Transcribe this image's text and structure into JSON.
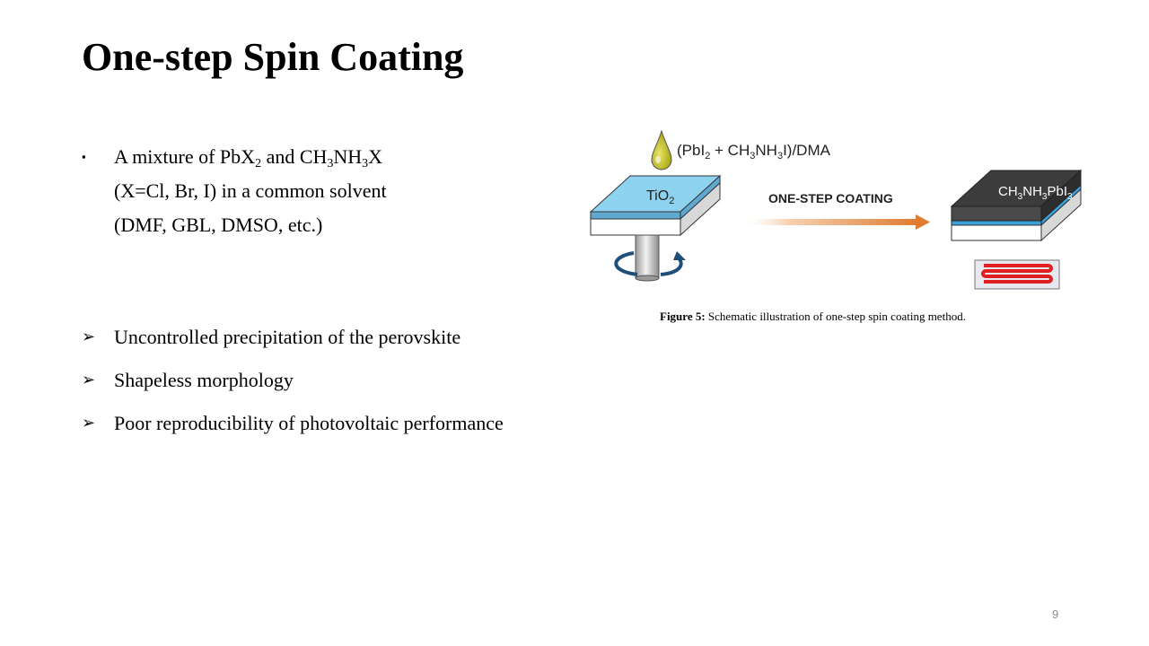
{
  "slide": {
    "title": "One-step Spin Coating",
    "page_number": "9"
  },
  "intro": {
    "bullet_glyph": "▪",
    "line1": {
      "t1": "A mixture of PbX",
      "s1": "2",
      "t2": " and CH",
      "s2": "3",
      "t3": "NH",
      "s3": "3",
      "t4": "X"
    },
    "line2": "(X=Cl, Br, I) in a common solvent",
    "line3": "(DMF, GBL, DMSO, etc.)"
  },
  "points": [
    "Uncontrolled precipitation of the perovskite",
    "Shapeless morphology",
    "Poor reproducibility of photovoltaic performance"
  ],
  "figure": {
    "solution_label": {
      "p1": "(PbI",
      "s1": "2",
      "p2": " + CH",
      "s2": "3",
      "p3": "NH",
      "s3": "3",
      "p4": "I)/DMA"
    },
    "substrate_label": {
      "base": "TiO",
      "sub": "2"
    },
    "arrow_label": "ONE-STEP COATING",
    "film_label": {
      "p1": "CH",
      "s1": "3",
      "p2": "NH",
      "s2": "3",
      "p3": "PbI",
      "s3": "3"
    },
    "colors": {
      "tio2": "#8dd3f0",
      "film": "#404040",
      "droplet": "#c8c418",
      "arrow": "#e07b30",
      "heater": "#e02020"
    }
  },
  "caption": {
    "label": "Figure 5:",
    "text": " Schematic illustration of one-step spin coating method."
  }
}
